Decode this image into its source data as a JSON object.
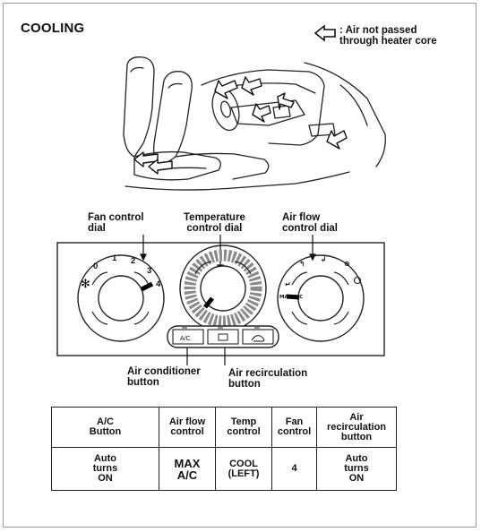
{
  "title": "COOLING",
  "legend": {
    "arrow_icon": "hollow-left-arrow-icon",
    "line1": ": Air not passed",
    "line2": "through heater core"
  },
  "labels": {
    "fan_dial": [
      "Fan control",
      "dial"
    ],
    "temp_dial": [
      "Temperature",
      "control dial"
    ],
    "airflow_dial": [
      "Air flow",
      "control dial"
    ],
    "ac_button": [
      "Air conditioner",
      "button"
    ],
    "recirc_button": [
      "Air recirculation",
      "button"
    ]
  },
  "panel": {
    "fan_speeds": [
      "0",
      "1",
      "2",
      "3",
      "4"
    ],
    "ac_text": "A/C",
    "airflow_max_text": "MAX A/C"
  },
  "table": {
    "headers": [
      [
        "A/C",
        "Button"
      ],
      [
        "Air flow",
        "control"
      ],
      [
        "Temp",
        "control"
      ],
      [
        "Fan",
        "control"
      ],
      [
        "Air",
        "recirculation",
        "button"
      ]
    ],
    "values": [
      [
        "Auto",
        "turns",
        "ON"
      ],
      [
        "MAX",
        "A/C"
      ],
      [
        "COOL",
        "(LEFT)"
      ],
      [
        "4"
      ],
      [
        "Auto",
        "turns",
        "ON"
      ]
    ]
  }
}
